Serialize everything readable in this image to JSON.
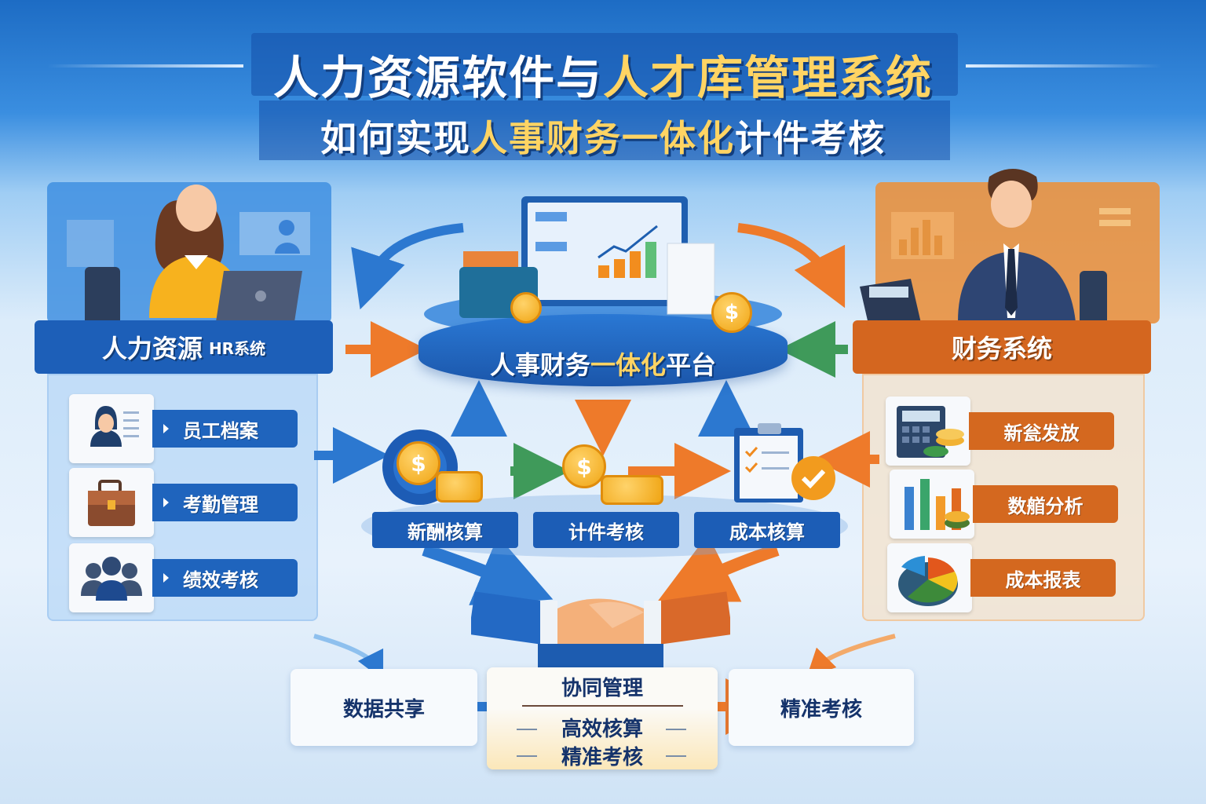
{
  "title": {
    "line1_prefix": "人力资源软件与",
    "line1_highlight": "人才库管理系统",
    "line2_prefix": "如何实现",
    "line2_highlight": "人事财务一体化",
    "line2_suffix": "计件考核"
  },
  "hr_system": {
    "title": "人力资源",
    "title_suffix": "HR系统",
    "items": [
      {
        "label": "员工档案",
        "icon": "employee-profile-icon"
      },
      {
        "label": "考勤管理",
        "icon": "briefcase-icon"
      },
      {
        "label": "绩效考核",
        "icon": "team-icon"
      }
    ]
  },
  "finance_system": {
    "title": "财务系统",
    "items": [
      {
        "label": "新瓮发放",
        "icon": "calculator-coins-icon"
      },
      {
        "label": "数艏分析",
        "icon": "bar-chart-icon"
      },
      {
        "label": "成本报表",
        "icon": "pie-chart-icon"
      }
    ]
  },
  "platform": {
    "title_prefix": "人事财务",
    "title_highlight": "一体化",
    "title_suffix": "平台",
    "modules": [
      {
        "label": "新酬核算",
        "icon": "gear-coins-icon"
      },
      {
        "label": "计件考核",
        "icon": "coin-cycle-icon"
      },
      {
        "label": "成本核算",
        "icon": "clipboard-check-icon"
      }
    ]
  },
  "bottom": {
    "left": "数据共享",
    "center_title": "协同管理",
    "center_line1": "高效核算",
    "center_line2": "精准考核",
    "right": "精准考核"
  },
  "colors": {
    "hr_blue": "#1f64bd",
    "finance_orange": "#d4681f",
    "highlight_gold": "#ffd463",
    "text_navy": "#15336b"
  }
}
